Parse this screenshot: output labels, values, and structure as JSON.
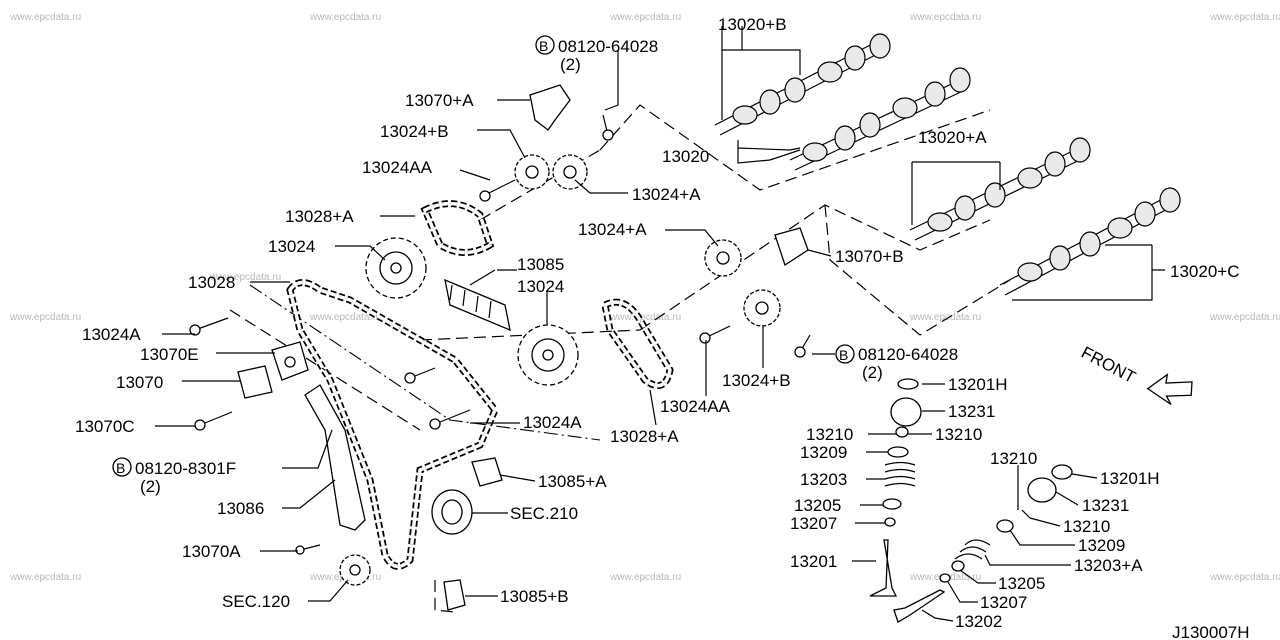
{
  "watermark": "www.epcdata.ru",
  "diagram_code": "J130007H",
  "front_label": "FRONT",
  "bolt_symbol": "B",
  "labels": {
    "p13020B": "13020+B",
    "p13020": "13020",
    "p13020A": "13020+A",
    "p13020C": "13020+C",
    "bolt1": "08120-64028",
    "bolt1_qty": "(2)",
    "p13070A_top": "13070+A",
    "p13024B_top": "13024+B",
    "p13024AA_top": "13024AA",
    "p13024A_top": "13024+A",
    "p13028A_top": "13028+A",
    "p13024_left": "13024",
    "p13028": "13028",
    "p13085": "13085",
    "p13024_mid": "13024",
    "p13024A_right": "13024+A",
    "p13070B": "13070+B",
    "p13024A_bolt": "13024A",
    "p13070E": "13070E",
    "p13070": "13070",
    "p13070C": "13070C",
    "bolt2": "08120-8301F",
    "bolt2_qty": "(2)",
    "p13086": "13086",
    "p13070A_low": "13070A",
    "sec120": "SEC.120",
    "p13024A_low": "13024A",
    "p13085A": "13085+A",
    "sec210": "SEC.210",
    "p13085B": "13085+B",
    "p13024AA_low": "13024AA",
    "p13028A_low": "13028+A",
    "p13024B_low": "13024+B",
    "bolt3": "08120-64028",
    "bolt3_qty": "(2)",
    "v13201H": "13201H",
    "v13231": "13231",
    "v13210a": "13210",
    "v13210b": "13210",
    "v13209": "13209",
    "v13203": "13203",
    "v13205": "13205",
    "v13207": "13207",
    "v13201": "13201",
    "r13210": "13210",
    "r13201H": "13201H",
    "r13231": "13231",
    "r13210b": "13210",
    "r13209": "13209",
    "r13203A": "13203+A",
    "r13205": "13205",
    "r13207": "13207",
    "r13202": "13202"
  }
}
